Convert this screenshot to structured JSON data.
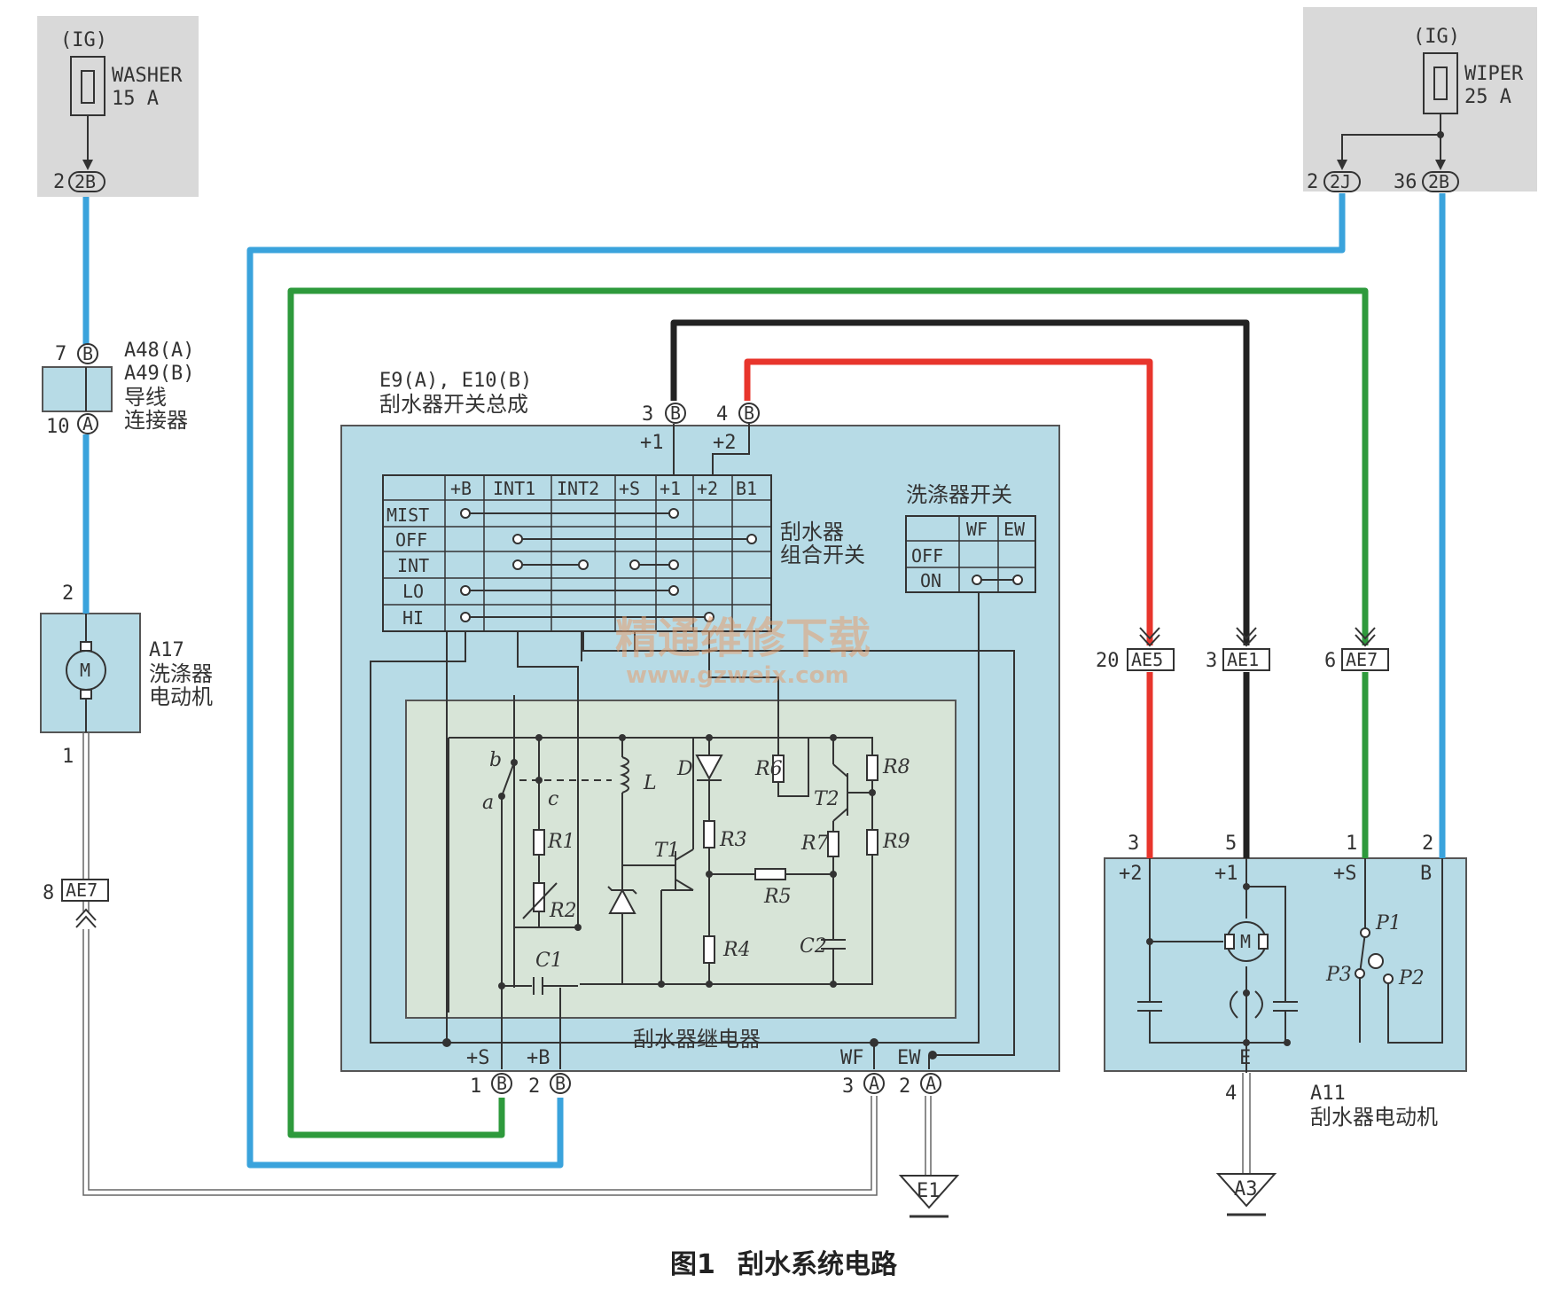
{
  "fuse_washer": {
    "supply": "(IG)",
    "name": "WASHER",
    "rating": "15 A",
    "pin": "2",
    "conn": "2B"
  },
  "fuse_wiper": {
    "supply": "(IG)",
    "name": "WIPER",
    "rating": "25 A",
    "pin_left": "2",
    "conn_left": "2J",
    "pin_right": "36",
    "conn_right": "2B"
  },
  "connector_a48": {
    "pin_top": "7",
    "tag_top": "B",
    "line1": "A48(A)",
    "line2": "A49(B)",
    "desc1": "导线",
    "desc2": "连接器",
    "pin_bottom": "10",
    "tag_bottom": "A"
  },
  "washer_motor": {
    "pin_top": "2",
    "pin_bottom": "1",
    "code": "A17",
    "desc1": "洗涤器",
    "desc2": "电动机",
    "symbol": "M"
  },
  "conn_ae7_left": {
    "pin": "8",
    "code": "AE7"
  },
  "switch_assembly": {
    "line1": "E9(A), E10(B)",
    "line2": "刮水器开关总成",
    "pin3": "3",
    "pin3_tag": "B",
    "pin3_label": "+1",
    "pin4": "4",
    "pin4_tag": "B",
    "pin4_label": "+2"
  },
  "combo_switch": {
    "title1": "刮水器",
    "title2": "组合开关",
    "columns": [
      "+B",
      "INT1",
      "INT2",
      "+S",
      "+1",
      "+2",
      "B1"
    ],
    "rows": [
      "MIST",
      "OFF",
      "INT",
      "LO",
      "HI"
    ]
  },
  "washer_switch": {
    "title": "洗涤器开关",
    "columns": [
      "WF",
      "EW"
    ],
    "rows": [
      "OFF",
      "ON"
    ]
  },
  "relay": {
    "title": "刮水器继电器",
    "labels": {
      "b": "b",
      "a": "a",
      "c": "c",
      "L": "L",
      "D": "D",
      "R6": "R6",
      "R8": "R8",
      "T2": "T2",
      "R1": "R1",
      "R3": "R3",
      "T1": "T1",
      "R7": "R7",
      "R9": "R9",
      "R5": "R5",
      "R2": "R2",
      "R4": "R4",
      "C2": "C2",
      "C1": "C1"
    }
  },
  "bottom_pins": {
    "s_label": "+S",
    "s_pin": "1",
    "s_tag": "B",
    "b_label": "+B",
    "b_pin": "2",
    "b_tag": "B",
    "wf_label": "WF",
    "wf_pin": "3",
    "wf_tag": "A",
    "ew_label": "EW",
    "ew_pin": "2",
    "ew_tag": "A"
  },
  "right_connectors": [
    {
      "pin": "20",
      "code": "AE5",
      "color": "#e8352c"
    },
    {
      "pin": "3",
      "code": "AE1",
      "color": "#222222"
    },
    {
      "pin": "6",
      "code": "AE7",
      "color": "#2e9a3c"
    }
  ],
  "wiper_motor": {
    "code": "A11",
    "desc": "刮水器电动机",
    "pins": [
      "3",
      "5",
      "1",
      "2"
    ],
    "terms": [
      "+2",
      "+1",
      "+S",
      "B"
    ],
    "e_label": "E",
    "e_pin": "4",
    "p1": "P1",
    "p2": "P2",
    "p3": "P3",
    "symbol": "M"
  },
  "grounds": {
    "e1": "E1",
    "a3": "A3"
  },
  "watermark": {
    "line1": "精通维修下载",
    "line2": "www.gzweix.com"
  },
  "caption": {
    "fig": "图1",
    "title": "刮水系统电路"
  },
  "wire_colors": {
    "blue": "#3aa3dc",
    "green": "#2e9a3c",
    "red": "#e8352c",
    "black": "#222222",
    "box": "#b7dbe6",
    "inner": "#d7e4d7",
    "fuse_bg": "#d9d9d9"
  }
}
